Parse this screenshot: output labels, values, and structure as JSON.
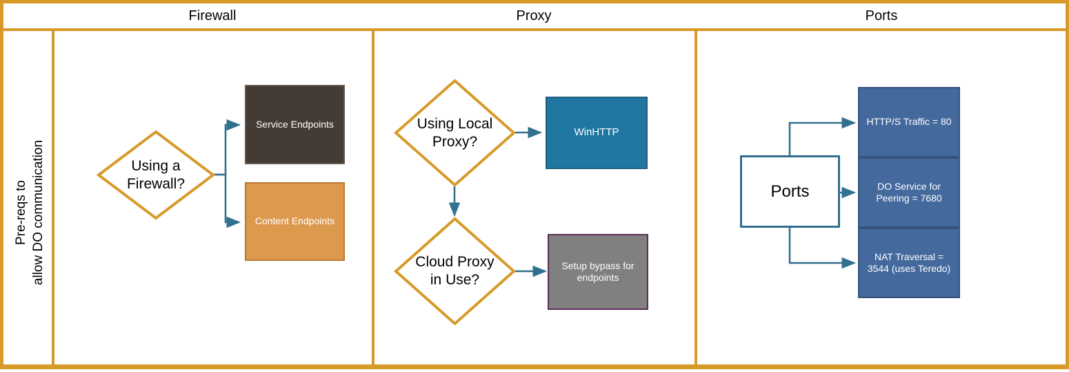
{
  "diagram": {
    "row_label": "Pre-reqs to\nallow DO communication",
    "columns": [
      {
        "title": "Firewall"
      },
      {
        "title": "Proxy"
      },
      {
        "title": "Ports"
      }
    ],
    "colors": {
      "frame": "#D79A29",
      "diamond_stroke": "#D79A29",
      "connector": "#31708F",
      "service_endpoints_fill": "#443B35",
      "service_endpoints_border": "#635A52",
      "content_endpoints_fill": "#DD9A4F",
      "content_endpoints_border": "#B8792F",
      "winhttp_fill": "#2077A2",
      "winhttp_border": "#1F5E7D",
      "bypass_fill": "#808080",
      "bypass_border": "#5B2D5B",
      "ports_box_fill": "#FFFFFF",
      "ports_box_border": "#2E6E8E",
      "port_item_fill": "#44699D",
      "port_item_border": "#35527A"
    },
    "firewall": {
      "decision": "Using a\nFirewall?",
      "outcomes": [
        {
          "label": "Service Endpoints"
        },
        {
          "label": "Content Endpoints"
        }
      ]
    },
    "proxy": {
      "decision_1": "Using Local\nProxy?",
      "decision_1_outcome": "WinHTTP",
      "decision_2": "Cloud Proxy\nin Use?",
      "decision_2_outcome": "Setup bypass for\nendpoints"
    },
    "ports": {
      "root": "Ports",
      "items": [
        {
          "label": "HTTP/S Traffic = 80"
        },
        {
          "label": "DO Service for\nPeering = 7680"
        },
        {
          "label": "NAT Traversal =\n3544 (uses Teredo)"
        }
      ]
    }
  }
}
